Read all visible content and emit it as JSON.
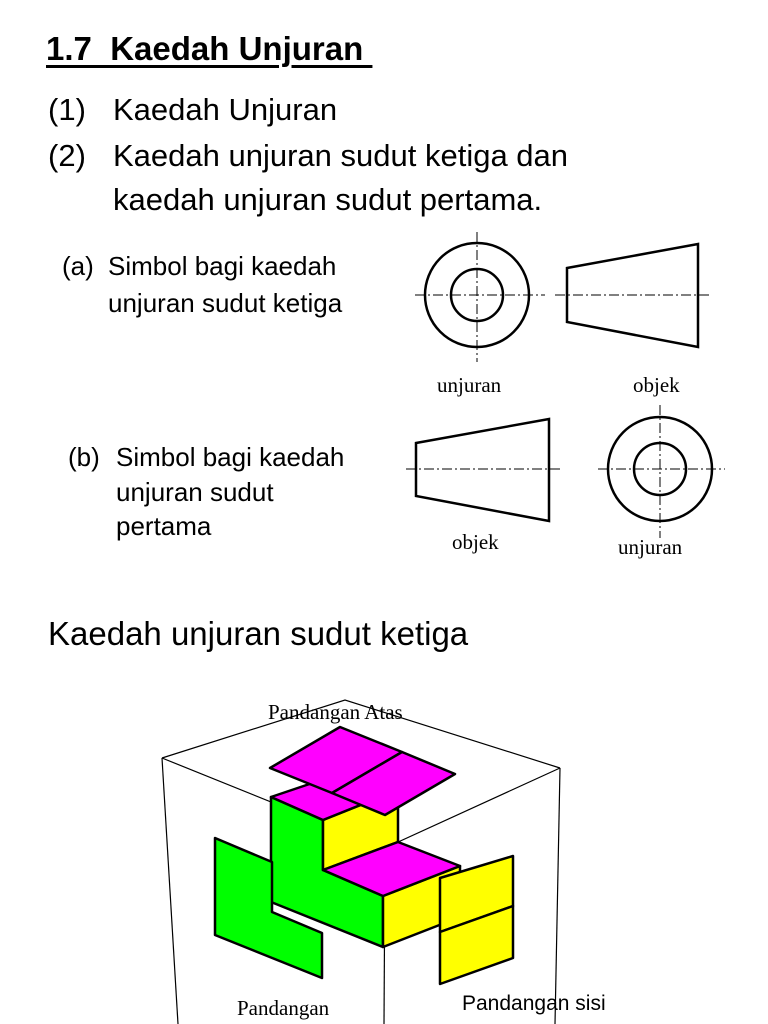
{
  "title": "1.7  Kaedah Unjuran ",
  "items": [
    {
      "num": "(1)",
      "lines": [
        "Kaedah Unjuran"
      ]
    },
    {
      "num": "(2)",
      "lines": [
        "Kaedah unjuran sudut ketiga dan",
        "kaedah unjuran sudut pertama."
      ]
    }
  ],
  "symbols": {
    "third_angle": {
      "marker": "(a)",
      "lines": [
        "Simbol bagi kaedah",
        "unjuran sudut ketiga"
      ],
      "view_label": "unjuran",
      "object_label": "objek"
    },
    "first_angle": {
      "marker": "(b)",
      "lines": [
        "Simbol bagi kaedah",
        "unjuran sudut",
        "pertama"
      ],
      "object_label": "objek",
      "view_label": "unjuran"
    }
  },
  "section_heading": "Kaedah unjuran sudut ketiga",
  "cube_diagram": {
    "labels": {
      "top": "Pandangan Atas",
      "front": "Pandangan",
      "side": "Pandangan sisi"
    },
    "colors": {
      "top": "#ff00ff",
      "front": "#00ff00",
      "side": "#ffff00",
      "outline": "#000000"
    }
  }
}
